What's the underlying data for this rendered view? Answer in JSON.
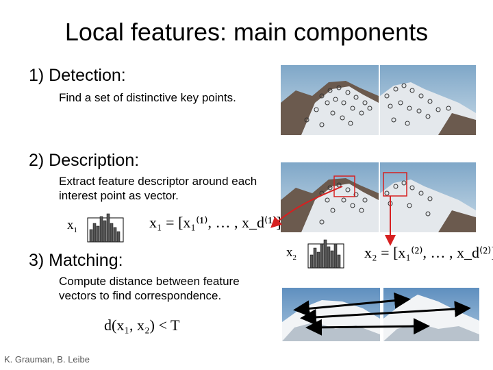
{
  "slide": {
    "title": "Local features: main components",
    "footer": "K. Grauman, B. Leibe"
  },
  "steps": [
    {
      "heading": "1)  Detection:",
      "text": "Find a set of distinctive key points."
    },
    {
      "heading": "2)  Description:",
      "text": "Extract feature descriptor around each interest point as vector."
    },
    {
      "heading": "3)  Matching:",
      "text": "Compute distance between feature vectors to find correspondence."
    }
  ],
  "math": {
    "x1_label": "x",
    "x1_sub": "1",
    "x2_label": "x",
    "x2_sub": "2",
    "vec1": "x₁ = [x₁⁽¹⁾, … , x_d⁽¹⁾]",
    "vec2": "x₂ = [x₁⁽²⁾, … , x_d⁽²⁾]",
    "dist": "d(x₁, x₂) < T"
  },
  "colors": {
    "box": "#d62020",
    "arrow": "#d62020",
    "match_arrow": "#000000"
  }
}
